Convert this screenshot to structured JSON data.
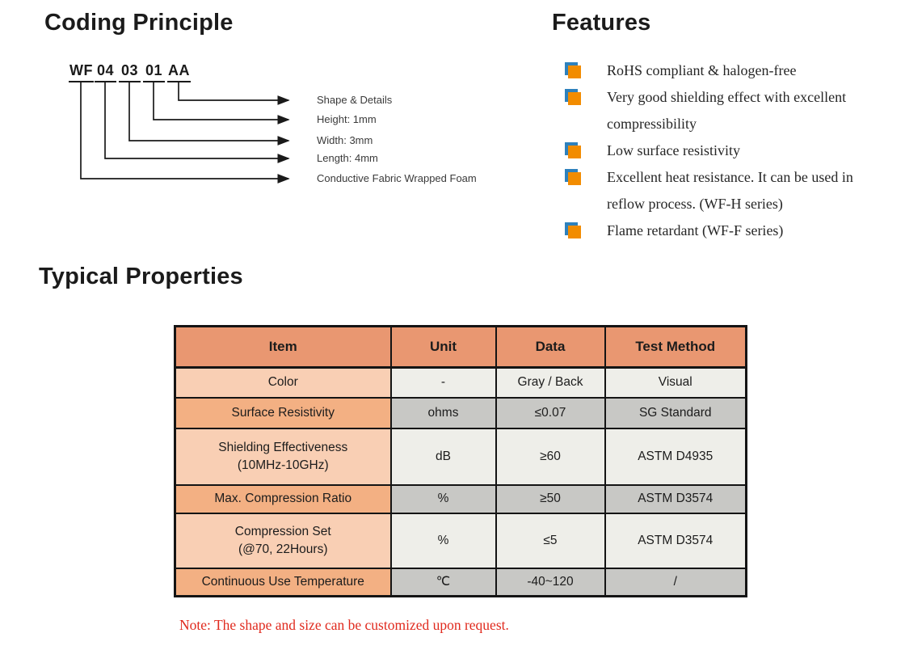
{
  "coding_principle": {
    "title": "Coding Principle",
    "code_segments": [
      "WF",
      "04",
      "03",
      "01",
      "AA"
    ],
    "labels": [
      "Shape & Details",
      "Height: 1mm",
      "Width: 3mm",
      "Length: 4mm",
      "Conductive Fabric Wrapped Foam"
    ]
  },
  "features": {
    "title": "Features",
    "items": [
      "RoHS compliant & halogen-free",
      "Very good shielding effect with excellent compressibility",
      "Low surface resistivity",
      "Excellent heat resistance. It can be used in reflow process. (WF-H series)",
      "Flame retardant (WF-F series)"
    ]
  },
  "typical_properties": {
    "title": "Typical Properties",
    "table": {
      "headers": [
        "Item",
        "Unit",
        "Data",
        "Test Method"
      ],
      "rows": [
        [
          "Color",
          "-",
          "Gray / Back",
          "Visual"
        ],
        [
          "Surface Resistivity",
          "ohms",
          "≤0.07",
          "SG Standard"
        ],
        [
          "Shielding Effectiveness\n(10MHz-10GHz)",
          "dB",
          "≥60",
          "ASTM D4935"
        ],
        [
          "Max. Compression Ratio",
          "%",
          "≥50",
          "ASTM D3574"
        ],
        [
          "Compression Set\n(@70, 22Hours)",
          "%",
          "≤5",
          "ASTM D3574"
        ],
        [
          "Continuous Use Temperature",
          "℃",
          "-40~120",
          "/"
        ]
      ]
    },
    "note": "Note: The shape and size can be customized upon request."
  },
  "colors": {
    "header_bg": "#E99771",
    "item_light": "#F9CFB4",
    "item_dark": "#F3B083",
    "cell_light": "#EEEEE9",
    "cell_dark": "#C8C8C5",
    "bullet_orange": "#F28C00",
    "bullet_blue": "#2E81BD",
    "note_red": "#E02A1E"
  }
}
